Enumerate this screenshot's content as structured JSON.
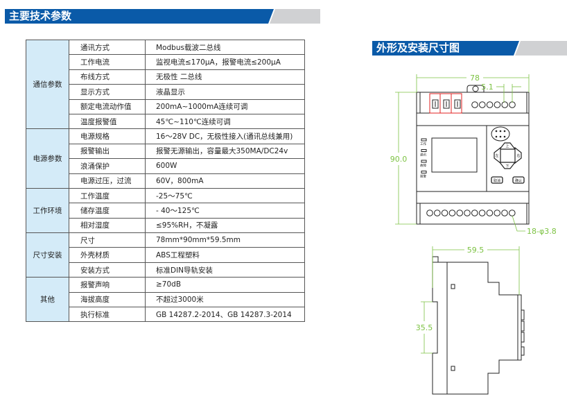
{
  "left_header": "主要技术参数",
  "right_header": "外形及安装尺寸图",
  "spec_groups": [
    {
      "group": "通信参数",
      "rows": [
        [
          "通讯方式",
          "Modbus载波二总线"
        ],
        [
          "工作电流",
          "监视电流≤170μA，报警电流≤200μA"
        ],
        [
          "布线方式",
          "无极性 二总线"
        ],
        [
          "显示方式",
          "液晶显示"
        ],
        [
          "额定电流动作值",
          " 200mA~1000mA连续可调"
        ],
        [
          "温度报警值",
          "45℃~110℃连续可调"
        ]
      ]
    },
    {
      "group": "电源参数",
      "rows": [
        [
          "电源规格",
          "16～28V DC，无极性接入(通讯总线兼用)"
        ],
        [
          "报警输出",
          "报警无源输出，容量最大350MA/DC24v"
        ],
        [
          "浪涌保护",
          "600W"
        ],
        [
          "电源过压，过流",
          "60V，800mA"
        ]
      ]
    },
    {
      "group": "工作环境",
      "rows": [
        [
          "工作温度",
          "-25～75℃"
        ],
        [
          "储存温度",
          "- 40～125℃"
        ],
        [
          "相对湿度",
          "≤95%RH，不凝露"
        ]
      ]
    },
    {
      "group": "尺寸安装",
      "rows": [
        [
          "尺寸",
          "78mm*90mm*59.5mm"
        ],
        [
          "外壳材质",
          "ABS工程塑料"
        ],
        [
          "安装方式",
          "标准DIN导轨安装"
        ]
      ]
    },
    {
      "group": "其他",
      "rows": [
        [
          "报警声响",
          "≥70dB"
        ],
        [
          "海拔高度",
          "不超过3000米"
        ],
        [
          "执行标准",
          "GB 14287.2-2014、GB 14287.3-2014"
        ]
      ]
    }
  ],
  "diagram": {
    "width_dim": "78",
    "height_dim": "90.0",
    "pitch_dim": "5.1",
    "holes_dim": "18-φ3.8",
    "depth_dim": "59.5",
    "rail_dim": "35.5",
    "leds": [
      "工作",
      "通讯",
      "故障",
      "报警"
    ],
    "keys": {
      "up": "上",
      "left": "左",
      "right": "右",
      "down": "下",
      "cancel": "取消",
      "confirm": "确认"
    },
    "dim_color": "#7cc242"
  }
}
